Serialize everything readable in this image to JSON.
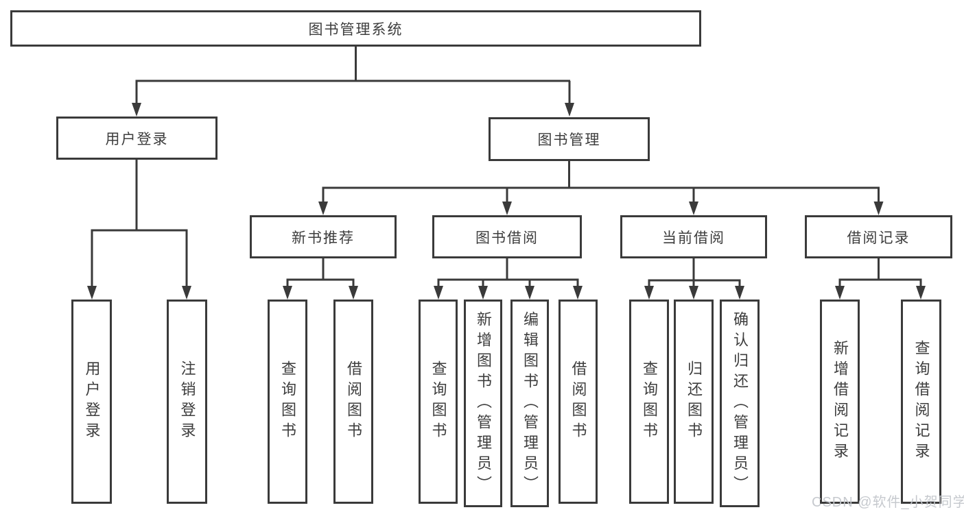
{
  "diagram": {
    "type": "hierarchy",
    "root": {
      "label": "图书管理系统",
      "children": [
        {
          "label": "用户登录",
          "children": [
            {
              "label": "用户登录"
            },
            {
              "label": "注销登录"
            }
          ]
        },
        {
          "label": "图书管理",
          "children": [
            {
              "label": "新书推荐",
              "children": [
                {
                  "label": "查询图书"
                },
                {
                  "label": "借阅图书"
                }
              ]
            },
            {
              "label": "图书借阅",
              "children": [
                {
                  "label": "查询图书"
                },
                {
                  "label": "新增图书（管理员）"
                },
                {
                  "label": "编辑图书（管理员）"
                },
                {
                  "label": "借阅图书"
                }
              ]
            },
            {
              "label": "当前借阅",
              "children": [
                {
                  "label": "查询图书"
                },
                {
                  "label": "归还图书"
                },
                {
                  "label": "确认归还（管理员）"
                }
              ]
            },
            {
              "label": "借阅记录",
              "children": [
                {
                  "label": "新增借阅记录"
                },
                {
                  "label": "查询借阅记录"
                }
              ]
            }
          ]
        }
      ]
    }
  },
  "watermark": {
    "text": "CSDN @软件_小贺同学"
  },
  "colors": {
    "line": "#3a3a3a",
    "border": "#3a3a3a",
    "text": "#3d3d3d",
    "watermark": "#c3c7cc",
    "background": "#ffffff"
  }
}
